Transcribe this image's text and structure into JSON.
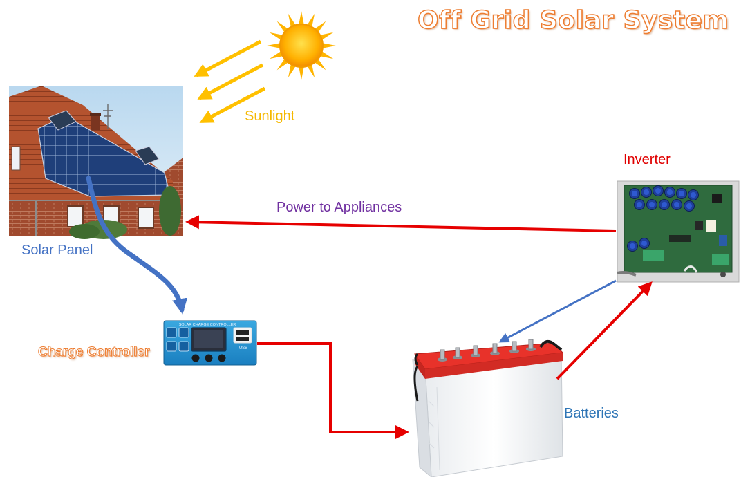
{
  "title": "Off Grid Solar System",
  "labels": {
    "sunlight": "Sunlight",
    "solar_panel": "Solar Panel",
    "power_to_appliances": "Power to Appliances",
    "inverter": "Inverter",
    "charge_controller": "Charge Controller",
    "batteries": "Batteries"
  },
  "device_text": {
    "controller_header": "SOLAR CHARGE CONTROLLER",
    "controller_usb": "USB"
  },
  "colors": {
    "title": "#ed7d31",
    "sunlight_label": "#f5b800",
    "solar_panel_label": "#4472c4",
    "power_label": "#7030a0",
    "inverter_label": "#e00000",
    "charge_controller_label": "#ed7d31",
    "batteries_label": "#2e75b6",
    "sun_arrows": "#ffc000",
    "panel_to_controller_arrow": "#4472c4",
    "red_arrows": "#e60000",
    "inverter_to_battery_arrow": "#4472c4"
  },
  "icons": {
    "sun": "sun-icon",
    "house": "house-with-solar-panels-icon",
    "controller": "charge-controller-icon",
    "battery": "battery-icon",
    "inverter": "inverter-board-icon"
  }
}
